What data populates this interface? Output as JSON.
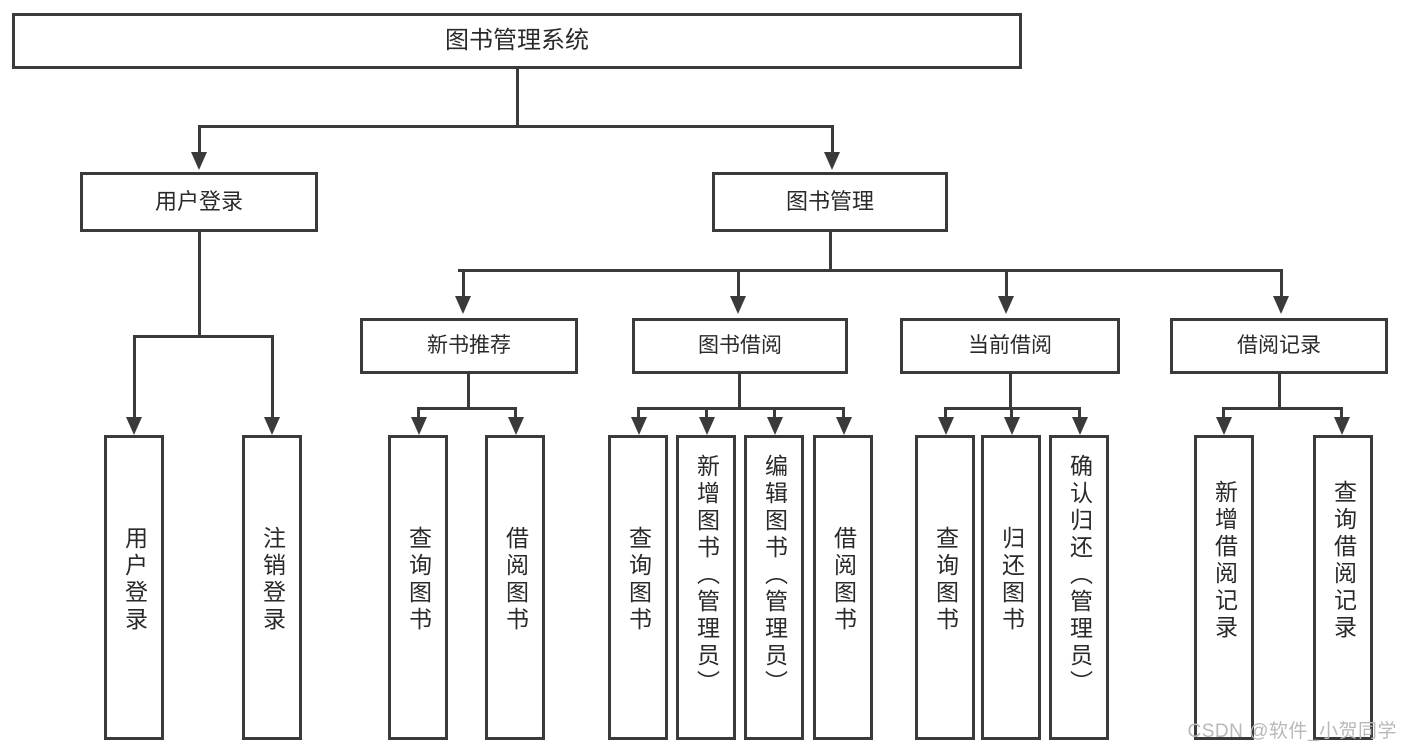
{
  "diagram": {
    "type": "tree-hierarchy",
    "title": "图书管理系统",
    "root": {
      "label": "图书管理系统"
    },
    "level2": [
      {
        "label": "用户登录"
      },
      {
        "label": "图书管理"
      }
    ],
    "level3": [
      {
        "label": "新书推荐"
      },
      {
        "label": "图书借阅"
      },
      {
        "label": "当前借阅"
      },
      {
        "label": "借阅记录"
      }
    ],
    "leaves": {
      "user_login": [
        {
          "label": "用户登录"
        },
        {
          "label": "注销登录"
        }
      ],
      "new_book_rec": [
        {
          "label": "查询图书"
        },
        {
          "label": "借阅图书"
        }
      ],
      "book_borrow": [
        {
          "label": "查询图书"
        },
        {
          "label": "新增图书（管理员）"
        },
        {
          "label": "编辑图书（管理员）"
        },
        {
          "label": "借阅图书"
        }
      ],
      "current_borrow": [
        {
          "label": "查询图书"
        },
        {
          "label": "归还图书"
        },
        {
          "label": "确认归还（管理员）"
        }
      ],
      "borrow_record": [
        {
          "label": "新增借阅记录"
        },
        {
          "label": "查询借阅记录"
        }
      ]
    }
  },
  "watermark": {
    "text": "CSDN @软件_小贺同学"
  },
  "colors": {
    "stroke": "#3a3a3a",
    "background": "#ffffff",
    "text": "#2a2a2a",
    "watermark": "#b9b9b9"
  }
}
